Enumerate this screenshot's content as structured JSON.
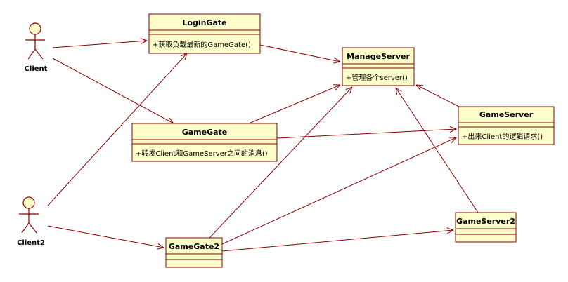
{
  "diagram": {
    "actors": [
      {
        "id": "client",
        "label": "Client"
      },
      {
        "id": "client2",
        "label": "Client2"
      }
    ],
    "classes": [
      {
        "id": "logingate",
        "name": "LoginGate",
        "operations": [
          "+获取负载最新的GameGate()"
        ]
      },
      {
        "id": "manageserver",
        "name": "ManageServer",
        "operations": [
          "+管理各个server()"
        ]
      },
      {
        "id": "gamegate",
        "name": "GameGate",
        "operations": [
          "+转发Client和GameServer之间的消息()"
        ]
      },
      {
        "id": "gameserver",
        "name": "GameServer",
        "operations": [
          "+出来Client的逻辑请求()"
        ]
      },
      {
        "id": "gameserver2",
        "name": "GameServer2",
        "operations": []
      },
      {
        "id": "gamegate2",
        "name": "GameGate2",
        "operations": []
      }
    ],
    "associations": [
      {
        "from": "client",
        "to": "logingate"
      },
      {
        "from": "client",
        "to": "gamegate"
      },
      {
        "from": "client2",
        "to": "logingate"
      },
      {
        "from": "client2",
        "to": "gamegate2"
      },
      {
        "from": "logingate",
        "to": "manageserver"
      },
      {
        "from": "gamegate",
        "to": "manageserver"
      },
      {
        "from": "gamegate",
        "to": "gameserver"
      },
      {
        "from": "gameserver",
        "to": "manageserver"
      },
      {
        "from": "gameserver2",
        "to": "manageserver"
      },
      {
        "from": "gamegate2",
        "to": "manageserver"
      },
      {
        "from": "gamegate2",
        "to": "gameserver"
      },
      {
        "from": "gamegate2",
        "to": "gameserver2"
      }
    ],
    "colors": {
      "box_fill": "#ffffcc",
      "line": "#8b0000"
    }
  }
}
